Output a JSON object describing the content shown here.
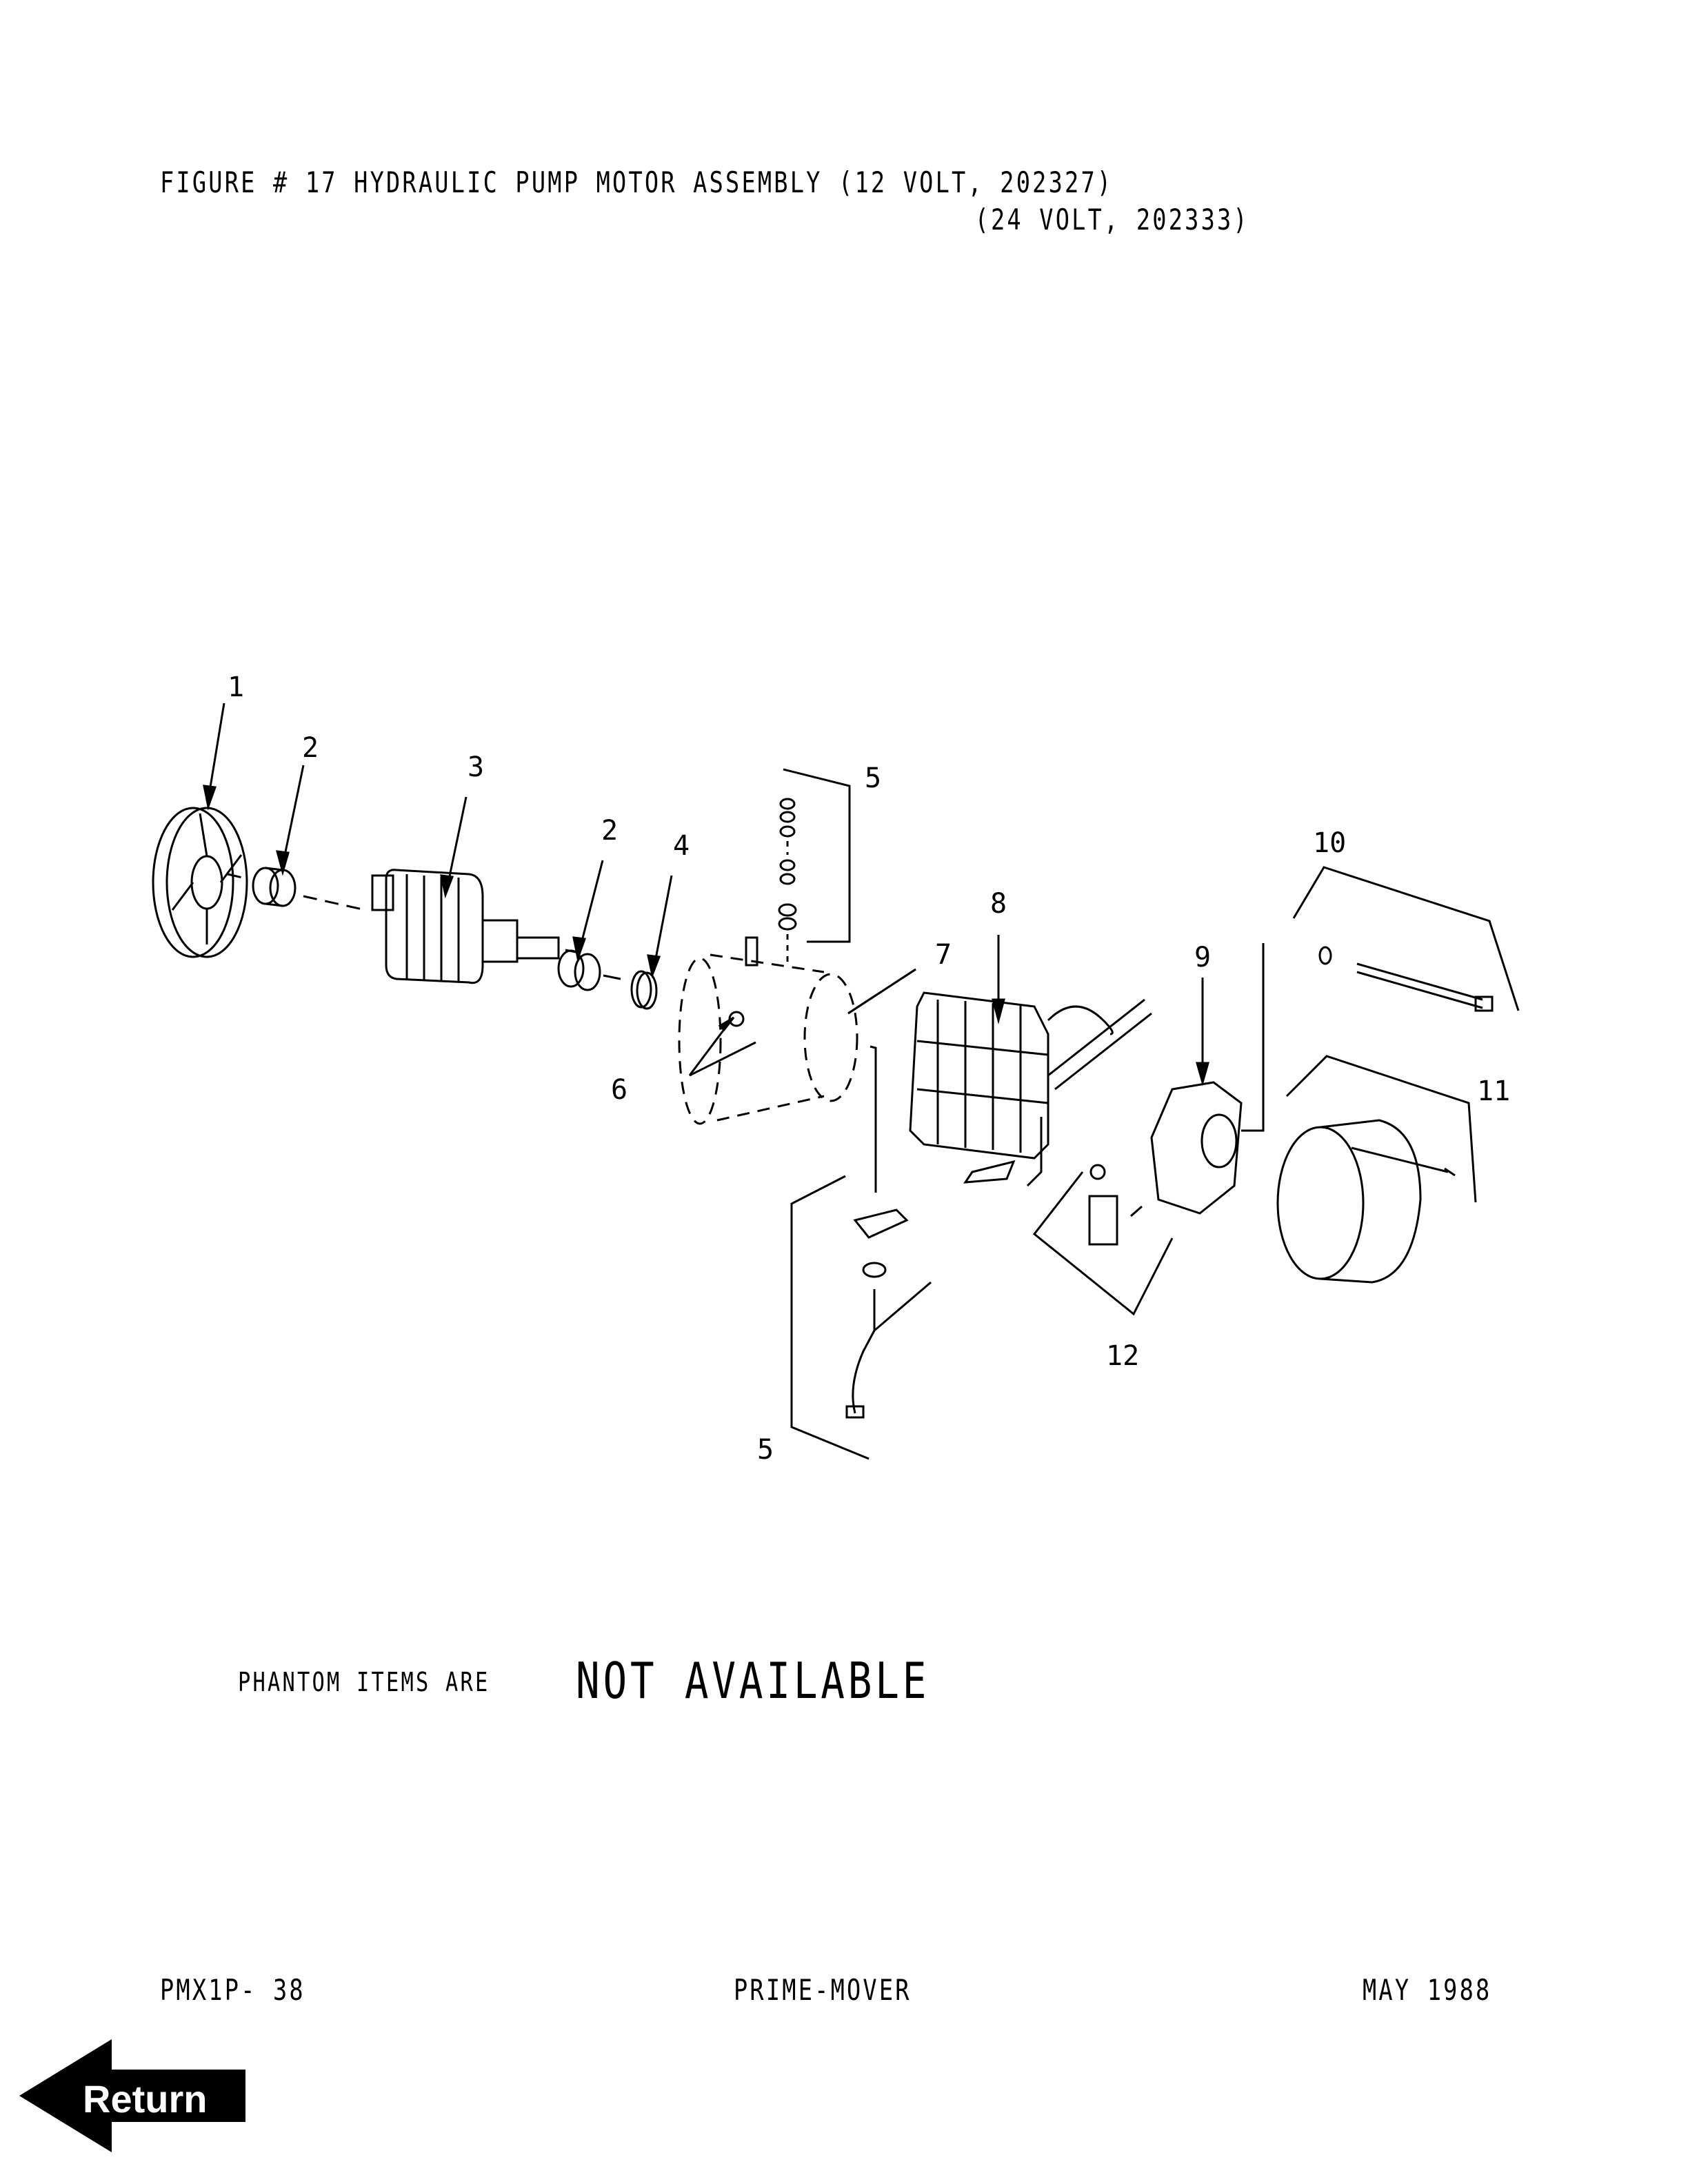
{
  "header": {
    "title_line1": "FIGURE # 17 HYDRAULIC PUMP MOTOR ASSEMBLY (12 VOLT, 202327)",
    "title_line2": "(24 VOLT, 202333)"
  },
  "callouts": [
    "1",
    "2",
    "3",
    "2",
    "4",
    "5",
    "7",
    "8",
    "9",
    "10",
    "11",
    "6",
    "12",
    "5"
  ],
  "notice": {
    "prefix": "PHANTOM ITEMS ARE",
    "emphasis": "NOT AVAILABLE"
  },
  "footer": {
    "left": "PMX1P- 38",
    "center": "PRIME-MOVER",
    "right": "MAY 1988"
  },
  "return_button": {
    "label": "Return",
    "icon": "left-arrow-icon"
  }
}
